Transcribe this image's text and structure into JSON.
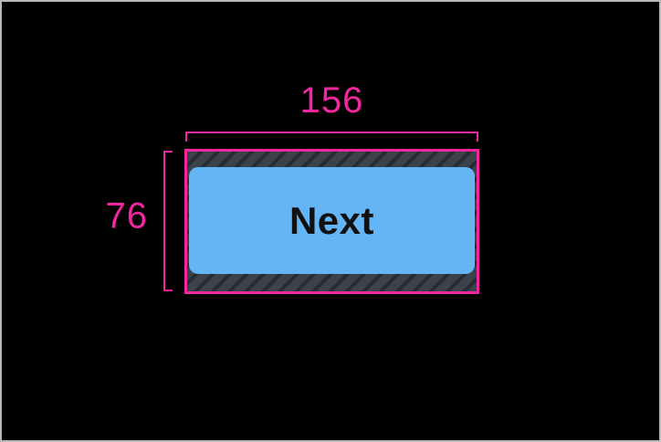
{
  "screen": {
    "background": "#000000",
    "frame_border_color": "#b9b9b9"
  },
  "measurements": {
    "guide_color": "#f227a0",
    "width": {
      "label": "156"
    },
    "height": {
      "label": "76"
    }
  },
  "padding_overlay": {
    "fill": "#3c424c",
    "stripe": "#272b33"
  },
  "button": {
    "label": "Next",
    "fill": "#64b5f6",
    "text_color": "#111111"
  }
}
